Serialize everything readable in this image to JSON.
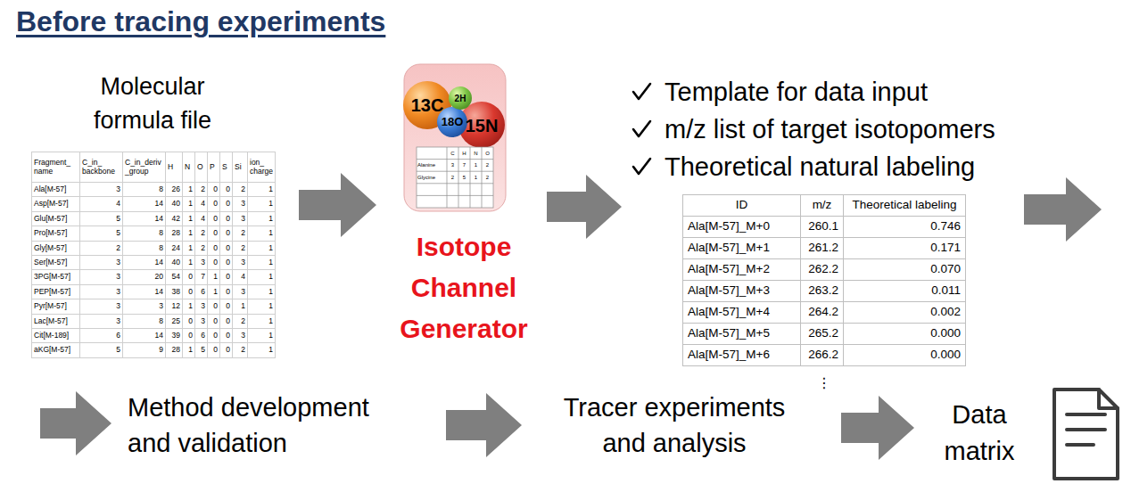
{
  "diagram": {
    "title": "Before tracing experiments",
    "nodes": [
      {
        "text": [
          "Molecular formula file"
        ]
      },
      {
        "text": [
          "Isotope Channel Generator"
        ]
      },
      {
        "text": [
          "Template for data input",
          "m/z list of target isotopomers",
          "Theoretical natural labeling"
        ]
      },
      {
        "text": [
          "Method development and validation"
        ]
      },
      {
        "text": [
          "Tracer experiments and analysis"
        ]
      },
      {
        "text": [
          "Data matrix"
        ]
      }
    ],
    "edges": [
      {
        "from": 0,
        "to": 1,
        "arrow": "to"
      },
      {
        "from": 1,
        "to": 2,
        "arrow": "to"
      },
      {
        "from": 2,
        "to": 3,
        "arrow": "to"
      },
      {
        "from": 3,
        "to": 4,
        "arrow": "to"
      },
      {
        "from": 4,
        "to": 5,
        "arrow": "to"
      }
    ],
    "labels": [
      "Fragment_ name",
      "C_in_ backbone",
      "C_in_deriv _group",
      "H",
      "N",
      "O",
      "P",
      "S",
      "Si",
      "ion_ charge",
      "Ala[M-57]",
      "3",
      "8",
      "26",
      "1",
      "2",
      "0",
      "0",
      "2",
      "1",
      "Asp[M-57]",
      "4",
      "14",
      "40",
      "1",
      "4",
      "0",
      "0",
      "3",
      "1",
      "Glu[M-57]",
      "5",
      "14",
      "42",
      "1",
      "4",
      "0",
      "0",
      "3",
      "1",
      "Pro[M-57]",
      "5",
      "8",
      "28",
      "1",
      "2",
      "0",
      "0",
      "2",
      "1",
      "Gly[M-57]",
      "2",
      "8",
      "24",
      "1",
      "2",
      "0",
      "0",
      "2",
      "1",
      "Ser[M-57]",
      "3",
      "14",
      "40",
      "1",
      "3",
      "0",
      "0",
      "3",
      "1",
      "3PG[M-57]",
      "3",
      "20",
      "54",
      "0",
      "7",
      "1",
      "0",
      "4",
      "1",
      "PEP[M-57]",
      "3",
      "14",
      "38",
      "0",
      "6",
      "1",
      "0",
      "3",
      "1",
      "Pyr[M-57]",
      "3",
      "3",
      "12",
      "1",
      "3",
      "0",
      "0",
      "1",
      "1",
      "Lac[M-57]",
      "3",
      "8",
      "25",
      "0",
      "3",
      "0",
      "0",
      "2",
      "1",
      "Cit[M-189]",
      "6",
      "14",
      "39",
      "0",
      "6",
      "0",
      "0",
      "3",
      "1",
      "aKG[M-57]",
      "5",
      "9",
      "28",
      "1",
      "5",
      "0",
      "0",
      "2",
      "1",
      "13C",
      "2H",
      "18O",
      "15N",
      "C",
      "H",
      "N",
      "O",
      "Alanine",
      "3",
      "7",
      "1",
      "2",
      "Glycine",
      "2",
      "5",
      "1",
      "2",
      "ID",
      "m/z",
      "Theoretical labeling",
      "Ala[M-57]_M+0",
      "260.1",
      "0.746",
      "Ala[M-57]_M+1",
      "261.2",
      "0.171",
      "Ala[M-57]_M+2",
      "262.2",
      "0.070",
      "Ala[M-57]_M+3",
      "263.2",
      "0.011",
      "Ala[M-57]_M+4",
      "264.2",
      "0.002",
      "Ala[M-57]_M+5",
      "265.2",
      "0.000",
      "Ala[M-57]_M+6",
      "266.2",
      "0.000",
      "⋮"
    ]
  }
}
